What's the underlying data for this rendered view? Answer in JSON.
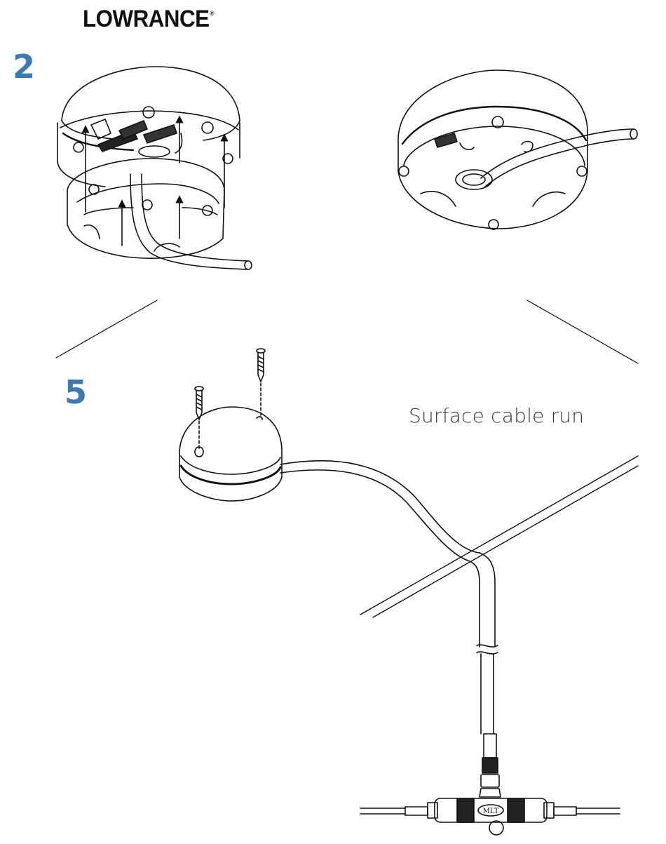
{
  "brand": {
    "name": "LOWRANCE",
    "trademark": "®"
  },
  "steps": {
    "first": "2",
    "second": "5"
  },
  "caption": "Surface cable run",
  "connector_label": "MLT",
  "colors": {
    "step_number": "#3a7ab5",
    "ink": "#111111",
    "caption": "#3a3a3a"
  }
}
